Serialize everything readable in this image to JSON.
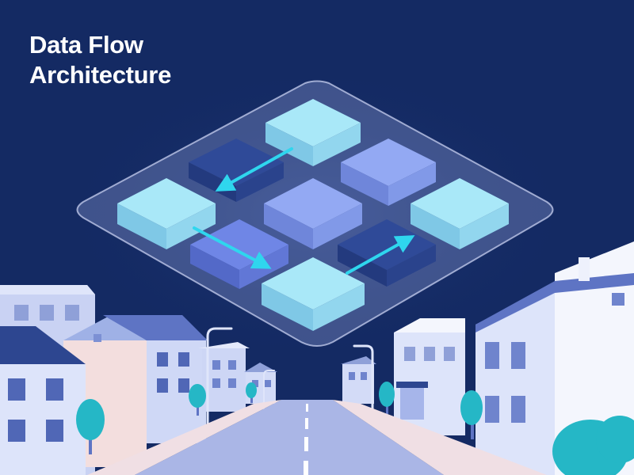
{
  "title": {
    "line1": "Data Flow",
    "line2": "Architecture"
  },
  "icons": [
    "isometric-grid-platform",
    "data-flow-arrow",
    "building",
    "street-lamp",
    "tree",
    "road"
  ],
  "colors": {
    "background": "#142a63",
    "tile_light": "#a6e6f7",
    "tile_mid": "#8fa6f2",
    "tile_dark": "#2d4690",
    "arrow": "#2fd6ee",
    "tree": "#25b7c6",
    "road": "#aab6e6"
  }
}
